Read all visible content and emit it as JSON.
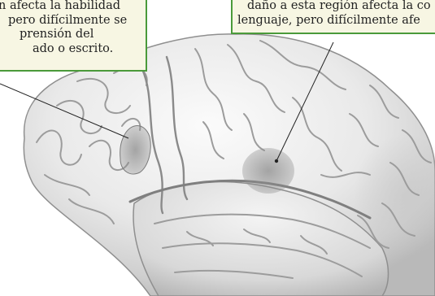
{
  "callouts": {
    "left": {
      "lines": [
        "n afecta la habilidad",
        "pero difícilmente se",
        "prensión del",
        "ado o escrito."
      ]
    },
    "right": {
      "lines": [
        "daño a esta región afecta la co",
        "lenguaje, pero difícilmente afe"
      ]
    }
  },
  "colors": {
    "callout_border": "#4a9a3a",
    "callout_fill": "#f7f6e3",
    "brain_light": "#eeeeee",
    "brain_shadow": "#9a9a9a",
    "region_highlight": "#8c8c8c"
  }
}
